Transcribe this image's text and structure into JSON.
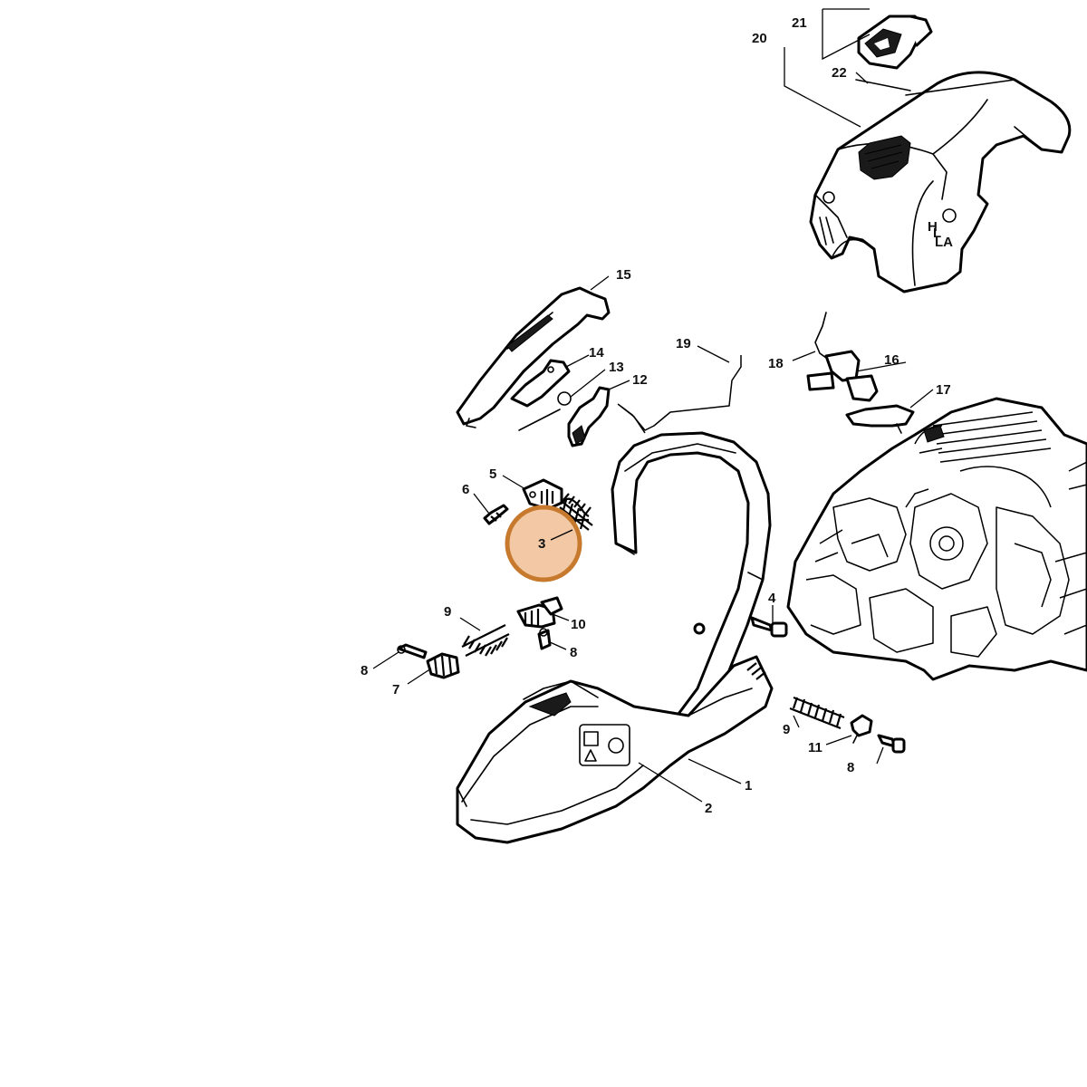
{
  "diagram": {
    "highlighted_callout": "3",
    "callouts": [
      {
        "id": "c1",
        "label": "1"
      },
      {
        "id": "c2",
        "label": "2"
      },
      {
        "id": "c3",
        "label": "3"
      },
      {
        "id": "c4",
        "label": "4"
      },
      {
        "id": "c5",
        "label": "5"
      },
      {
        "id": "c6",
        "label": "6"
      },
      {
        "id": "c7",
        "label": "7"
      },
      {
        "id": "c8a",
        "label": "8"
      },
      {
        "id": "c8b",
        "label": "8"
      },
      {
        "id": "c8c",
        "label": "8"
      },
      {
        "id": "c9a",
        "label": "9"
      },
      {
        "id": "c9b",
        "label": "9"
      },
      {
        "id": "c10",
        "label": "10"
      },
      {
        "id": "c11",
        "label": "11"
      },
      {
        "id": "c12",
        "label": "12"
      },
      {
        "id": "c13",
        "label": "13"
      },
      {
        "id": "c14",
        "label": "14"
      },
      {
        "id": "c15",
        "label": "15"
      },
      {
        "id": "c16",
        "label": "16"
      },
      {
        "id": "c17",
        "label": "17"
      },
      {
        "id": "c18",
        "label": "18"
      },
      {
        "id": "c19",
        "label": "19"
      },
      {
        "id": "c20",
        "label": "20"
      },
      {
        "id": "c21",
        "label": "21"
      },
      {
        "id": "c22",
        "label": "22"
      }
    ],
    "cover_marks": {
      "l": "L",
      "h": "H",
      "la": "LA"
    },
    "highlight_color": "#f2c9a4",
    "highlight_border": "#c77a2e"
  }
}
